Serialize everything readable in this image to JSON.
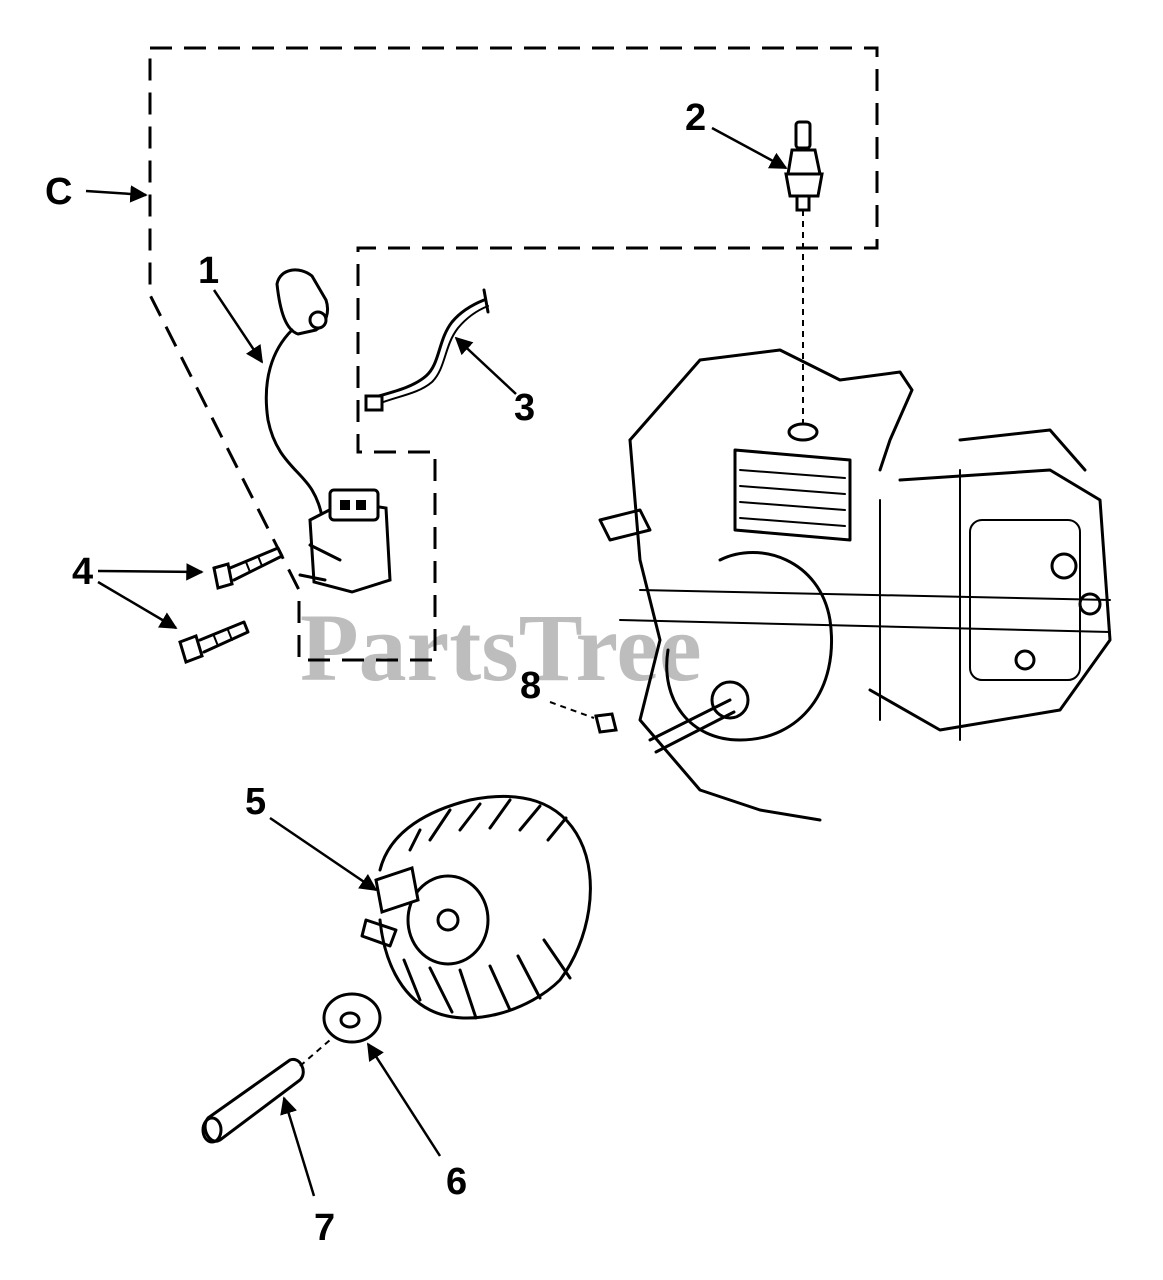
{
  "diagram": {
    "watermark": "PartsTree",
    "callouts": {
      "c": "C",
      "p1": "1",
      "p2": "2",
      "p3": "3",
      "p4": "4",
      "p5": "5",
      "p6": "6",
      "p7": "7",
      "p8": "8"
    }
  }
}
